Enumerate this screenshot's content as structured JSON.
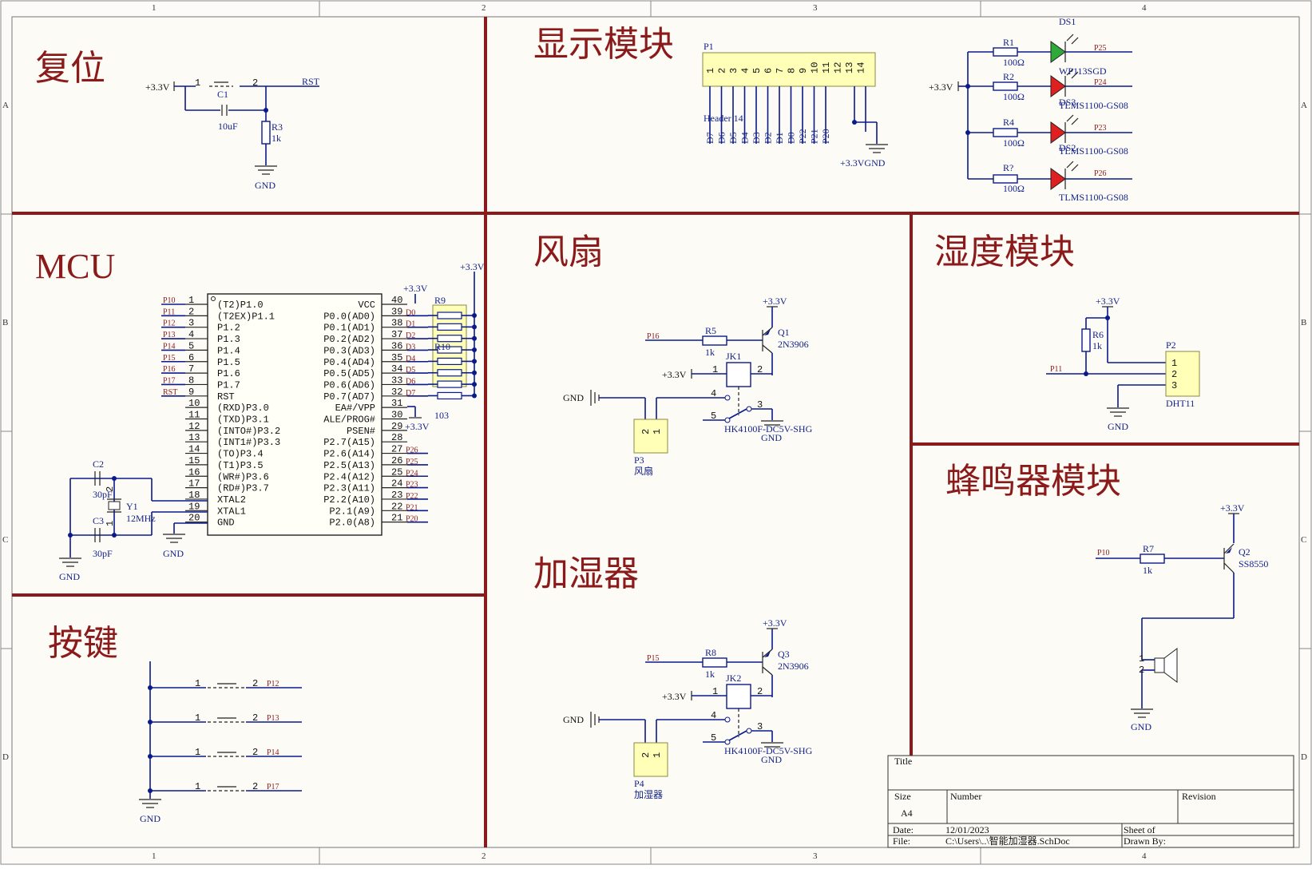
{
  "frame": {
    "columns": [
      "1",
      "2",
      "3",
      "4"
    ],
    "rows": [
      "A",
      "B",
      "C",
      "D"
    ]
  },
  "sections": {
    "reset": "复位",
    "display": "显示模块",
    "mcu": "MCU",
    "fan": "风扇",
    "humidity": "湿度模块",
    "humidifier": "加湿器",
    "buzzer": "蜂鸣器模块",
    "keys": "按键"
  },
  "nets": {
    "vcc": "+3.3V",
    "gnd": "GND",
    "rst": "RST",
    "p10": "P10",
    "p11": "P11",
    "p12": "P12",
    "p13": "P13",
    "p14": "P14",
    "p15": "P15",
    "p16": "P16",
    "p17": "P17",
    "p20": "P20",
    "p21": "P21",
    "p22": "P22",
    "p23": "P23",
    "p24": "P24",
    "p25": "P25",
    "p26": "P26",
    "d": [
      "D0",
      "D1",
      "D2",
      "D3",
      "D4",
      "D5",
      "D6",
      "D7"
    ]
  },
  "components": {
    "c1": {
      "ref": "C1",
      "value": "10uF"
    },
    "r3": {
      "ref": "R3",
      "value": "1k"
    },
    "p1": {
      "ref": "P1",
      "value": "Header 14"
    },
    "r1": {
      "ref": "R1",
      "value": "100Ω"
    },
    "r2": {
      "ref": "R2",
      "value": "100Ω"
    },
    "r4": {
      "ref": "R4",
      "value": "100Ω"
    },
    "rq": {
      "ref": "R?",
      "value": "100Ω"
    },
    "ds1": {
      "ref": "DS1",
      "value": "WP113SGD"
    },
    "ds3": {
      "ref": "DS3",
      "value": "TLMS1100-GS08"
    },
    "ds2": {
      "ref": "DS2",
      "value": "TLMS1100-GS08"
    },
    "ds4": {
      "value": "TLMS1100-GS08"
    },
    "r9": {
      "ref": "R9",
      "value": "103"
    },
    "r10": {
      "ref": "R10"
    },
    "c2": {
      "ref": "C2",
      "value": "30pF"
    },
    "c3": {
      "ref": "C3",
      "value": "30pF"
    },
    "y1": {
      "ref": "Y1",
      "value": "12MHz"
    },
    "r5": {
      "ref": "R5",
      "value": "1k"
    },
    "q1": {
      "ref": "Q1",
      "value": "2N3906"
    },
    "jk1": {
      "ref": "JK1",
      "value": "HK4100F-DC5V-SHG"
    },
    "p3": {
      "ref": "P3",
      "value": "风扇"
    },
    "r6": {
      "ref": "R6",
      "value": "1k"
    },
    "p2": {
      "ref": "P2",
      "value": "DHT11"
    },
    "r7": {
      "ref": "R7",
      "value": "1k"
    },
    "q2": {
      "ref": "Q2",
      "value": "SS8550"
    },
    "r8": {
      "ref": "R8",
      "value": "1k"
    },
    "q3": {
      "ref": "Q3",
      "value": "2N3906"
    },
    "jk2": {
      "ref": "JK2",
      "value": "HK4100F-DC5V-SHG"
    },
    "p4": {
      "ref": "P4",
      "value": "加湿器"
    }
  },
  "mcu": {
    "left_pins": [
      {
        "num": "1",
        "name": "(T2)P1.0",
        "net": "P10"
      },
      {
        "num": "2",
        "name": "(T2EX)P1.1",
        "net": "P11"
      },
      {
        "num": "3",
        "name": "P1.2",
        "net": "P12"
      },
      {
        "num": "4",
        "name": "P1.3",
        "net": "P13"
      },
      {
        "num": "5",
        "name": "P1.4",
        "net": "P14"
      },
      {
        "num": "6",
        "name": "P1.5",
        "net": "P15"
      },
      {
        "num": "7",
        "name": "P1.6",
        "net": "P16"
      },
      {
        "num": "8",
        "name": "P1.7",
        "net": "P17"
      },
      {
        "num": "9",
        "name": "RST",
        "net": "RST"
      },
      {
        "num": "10",
        "name": "(RXD)P3.0",
        "net": ""
      },
      {
        "num": "11",
        "name": "(TXD)P3.1",
        "net": ""
      },
      {
        "num": "12",
        "name": "(INTO#)P3.2",
        "net": ""
      },
      {
        "num": "13",
        "name": "(INT1#)P3.3",
        "net": ""
      },
      {
        "num": "14",
        "name": "(TO)P3.4",
        "net": ""
      },
      {
        "num": "15",
        "name": "(T1)P3.5",
        "net": ""
      },
      {
        "num": "16",
        "name": "(WR#)P3.6",
        "net": ""
      },
      {
        "num": "17",
        "name": "(RD#)P3.7",
        "net": ""
      },
      {
        "num": "18",
        "name": "XTAL2",
        "net": ""
      },
      {
        "num": "19",
        "name": "XTAL1",
        "net": ""
      },
      {
        "num": "20",
        "name": "GND",
        "net": ""
      }
    ],
    "right_pins": [
      {
        "num": "40",
        "name": "VCC",
        "net": ""
      },
      {
        "num": "39",
        "name": "P0.0(AD0)",
        "net": "D0"
      },
      {
        "num": "38",
        "name": "P0.1(AD1)",
        "net": "D1"
      },
      {
        "num": "37",
        "name": "P0.2(AD2)",
        "net": "D2"
      },
      {
        "num": "36",
        "name": "P0.3(AD3)",
        "net": "D3"
      },
      {
        "num": "35",
        "name": "P0.4(AD4)",
        "net": "D4"
      },
      {
        "num": "34",
        "name": "P0.5(AD5)",
        "net": "D5"
      },
      {
        "num": "33",
        "name": "P0.6(AD6)",
        "net": "D6"
      },
      {
        "num": "32",
        "name": "P0.7(AD7)",
        "net": "D7"
      },
      {
        "num": "31",
        "name": "EA#/VPP",
        "net": ""
      },
      {
        "num": "30",
        "name": "ALE/PROG#",
        "net": ""
      },
      {
        "num": "29",
        "name": "PSEN#",
        "net": "+3.3V"
      },
      {
        "num": "28",
        "name": "P2.7(A15)",
        "net": ""
      },
      {
        "num": "27",
        "name": "P2.6(A14)",
        "net": "P26"
      },
      {
        "num": "26",
        "name": "P2.5(A13)",
        "net": "P25"
      },
      {
        "num": "25",
        "name": "P2.4(A12)",
        "net": "P24"
      },
      {
        "num": "24",
        "name": "P2.3(A11)",
        "net": "P23"
      },
      {
        "num": "23",
        "name": "P2.2(A10)",
        "net": "P22"
      },
      {
        "num": "22",
        "name": "P2.1(A9)",
        "net": "P21"
      },
      {
        "num": "21",
        "name": "P2.0(A8)",
        "net": "P20"
      }
    ]
  },
  "header_pins": {
    "numbers": [
      "1",
      "2",
      "3",
      "4",
      "5",
      "6",
      "7",
      "8",
      "9",
      "10",
      "11",
      "12",
      "13",
      "14"
    ],
    "nets": [
      "D7",
      "D6",
      "D5",
      "D4",
      "D3",
      "D2",
      "D1",
      "D0",
      "P22",
      "P21",
      "P20"
    ],
    "vcc_gnd": "+3.3VGND"
  },
  "pin_nums": {
    "one": "1",
    "two": "2",
    "three": "3",
    "four": "4",
    "five": "5"
  },
  "title_block": {
    "title_label": "Title",
    "size_label": "Size",
    "size_value": "A4",
    "number_label": "Number",
    "revision_label": "Revision",
    "date_label": "Date:",
    "date_value": "12/01/2023",
    "file_label": "File:",
    "file_value": "C:\\Users\\..\\智能加湿器.SchDoc",
    "sheet_label": "Sheet  of",
    "drawn_label": "Drawn By:"
  }
}
